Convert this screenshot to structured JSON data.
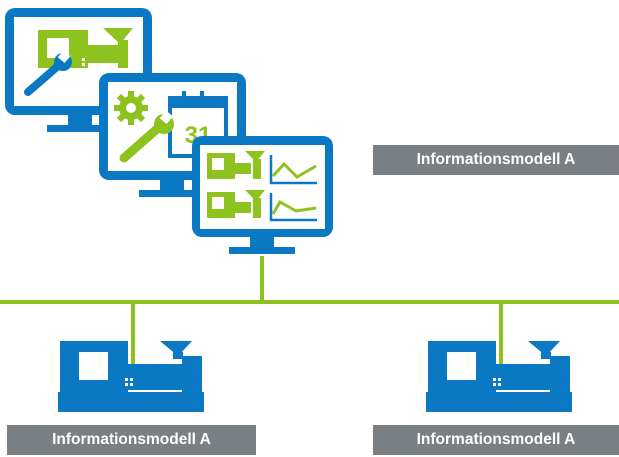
{
  "labels": {
    "upper_right": "Informationsmodell A",
    "bottom_left": "Informationsmodell A",
    "bottom_right": "Informationsmodell A"
  },
  "calendar_day": "31",
  "icons": {
    "monitor_1": "monitor-machine-wrench-icon",
    "monitor_2": "monitor-gear-wrench-calendar-icon",
    "monitor_3": "monitor-machine-charts-icon",
    "machine": "injection-molding-machine-icon"
  },
  "colors": {
    "blue": "#0a78c2",
    "green": "#8dc21f",
    "label_bg": "#7a7f84",
    "white": "#ffffff"
  }
}
